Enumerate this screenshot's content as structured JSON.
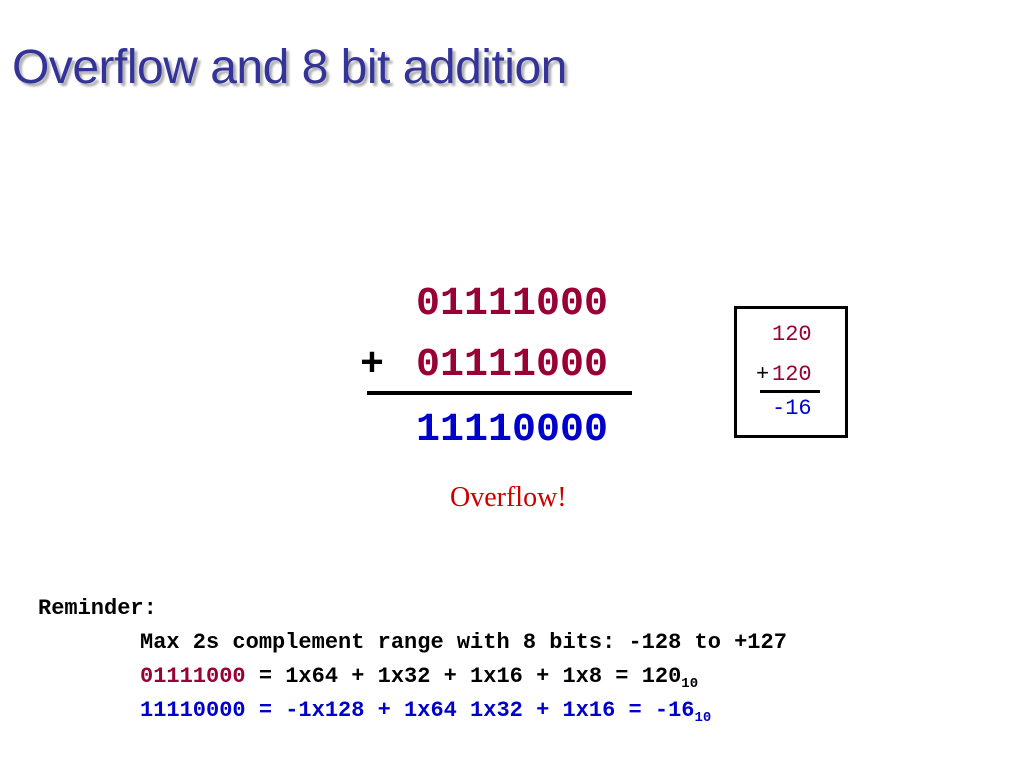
{
  "slide": {
    "title": "Overflow and 8 bit addition"
  },
  "addition": {
    "operand1": "01111000",
    "plus_sign": "+",
    "operand2": "01111000",
    "result": "11110000",
    "overflow_label": "Overflow!"
  },
  "decimal_box": {
    "operand1": "120",
    "plus_sign": "+",
    "operand2": "120",
    "result": "-16"
  },
  "reminder": {
    "heading": "Reminder:",
    "line1": "Max 2s complement range with 8 bits: -128 to +127",
    "line2_binary": "01111000",
    "line2_expr": " = 1x64 + 1x32 + 1x16 + 1x8 = 120",
    "line2_base": "10",
    "line3_expr": "11110000 = -1x128 + 1x64 1x32 + 1x16 = -16",
    "line3_base": "10"
  },
  "colors": {
    "title": "#333399",
    "positive_binary": "#990033",
    "negative_binary": "#0000cc",
    "overflow_text": "#cc0000"
  }
}
